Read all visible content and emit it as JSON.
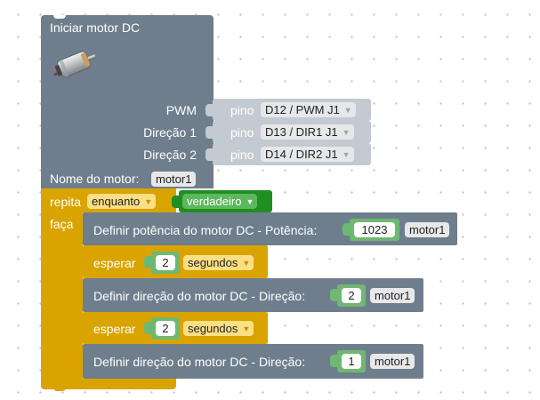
{
  "init_block": {
    "title": "Iniciar motor DC",
    "image_icon": "dc-motor-image",
    "pwm_label": "PWM",
    "dir1_label": "Direção 1",
    "dir2_label": "Direção 2",
    "pin_label": "pino",
    "pwm_pin": "D12 / PWM J1",
    "dir1_pin": "D13 / DIR1 J1",
    "dir2_pin": "D14 / DIR2 J1",
    "name_label": "Nome do motor:",
    "name_value": "motor1"
  },
  "loop_block": {
    "repeat_label": "repita",
    "mode_value": "enquanto",
    "condition_value": "verdadeiro",
    "do_label": "faça"
  },
  "statements": {
    "set_power": {
      "label": "Definir potência do motor DC  -  Potência:",
      "value": "1023",
      "motor": "motor1"
    },
    "wait1": {
      "label": "esperar",
      "value": "2",
      "unit": "segundos"
    },
    "set_dir1": {
      "label": "Definir direção do motor DC  -  Direção:",
      "value": "2",
      "motor": "motor1"
    },
    "wait2": {
      "label": "esperar",
      "value": "2",
      "unit": "segundos"
    },
    "set_dir2": {
      "label": "Definir direção do motor DC  -  Direção:",
      "value": "1",
      "motor": "motor1"
    }
  },
  "colors": {
    "motor_block": "#6f7e8c",
    "control_block": "#d9a400",
    "pin_block": "#c4cad1",
    "logic_block": "#1f8f1f",
    "math_block": "#6fb872"
  },
  "dropdown_arrow": "▼"
}
